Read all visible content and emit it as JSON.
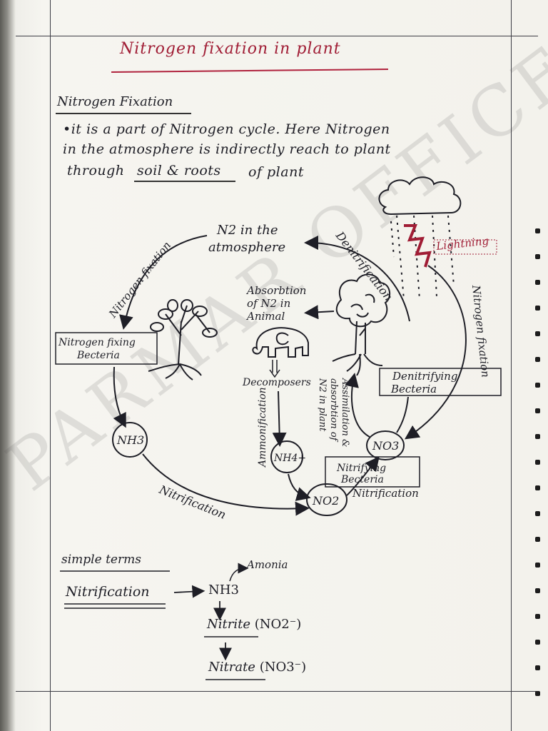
{
  "title": "Nitrogen fixation in plant",
  "section_heading": "Nitrogen Fixation",
  "paragraph": {
    "line1": "•it is a part of Nitrogen cycle. Here Nitrogen",
    "line2": "in the atmosphere is indirectly reach to plant",
    "line3_pre": "through",
    "line3_ul": "soil & roots",
    "line3_post": "of plant"
  },
  "diagram": {
    "n2_line1": "N2 in the",
    "n2_line2": "atmosphere",
    "nitrogen_fixation_left": "Nitrogen fixation",
    "denitrification": "Denitrification",
    "lightning": "Lightning",
    "absorption_1": "Absorbtion",
    "absorption_2": "of N2 in",
    "absorption_3": "Animal",
    "nfb_1": "Nitrogen fixing",
    "nfb_2": "Becteria",
    "decomposers": "Decomposers",
    "ammonification": "Ammonification",
    "assimilation_1": "Assimilation &",
    "assimilation_2": "absorbtion of",
    "assimilation_3": "N2 in plant",
    "denitrifying_1": "Denitrifying",
    "denitrifying_2": "Becteria",
    "nitrogen_fixation_right": "Nitrogen fixation",
    "nh3": "NH3",
    "nh4": "NH4+",
    "no3": "NO3",
    "no2": "NO2",
    "nitrifying_1": "Nitrifying",
    "nitrifying_2": "Becteria",
    "nitrification_right": "Nitrification",
    "nitrification_bottom": "Nitrification"
  },
  "simple_terms": {
    "heading": "simple terms",
    "nitrification": "Nitrification",
    "nh3": "NH3",
    "amonia": "Amonia",
    "nitrite": "Nitrite",
    "nitrite_formula": "(NO2⁻)",
    "nitrate": "Nitrate",
    "nitrate_formula": "(NO3⁻)"
  },
  "watermark": "PARMAR OFFICERS",
  "colors": {
    "ink": "#1e1e26",
    "red_ink": "#a01d35",
    "paper": "#f4f3ee"
  }
}
